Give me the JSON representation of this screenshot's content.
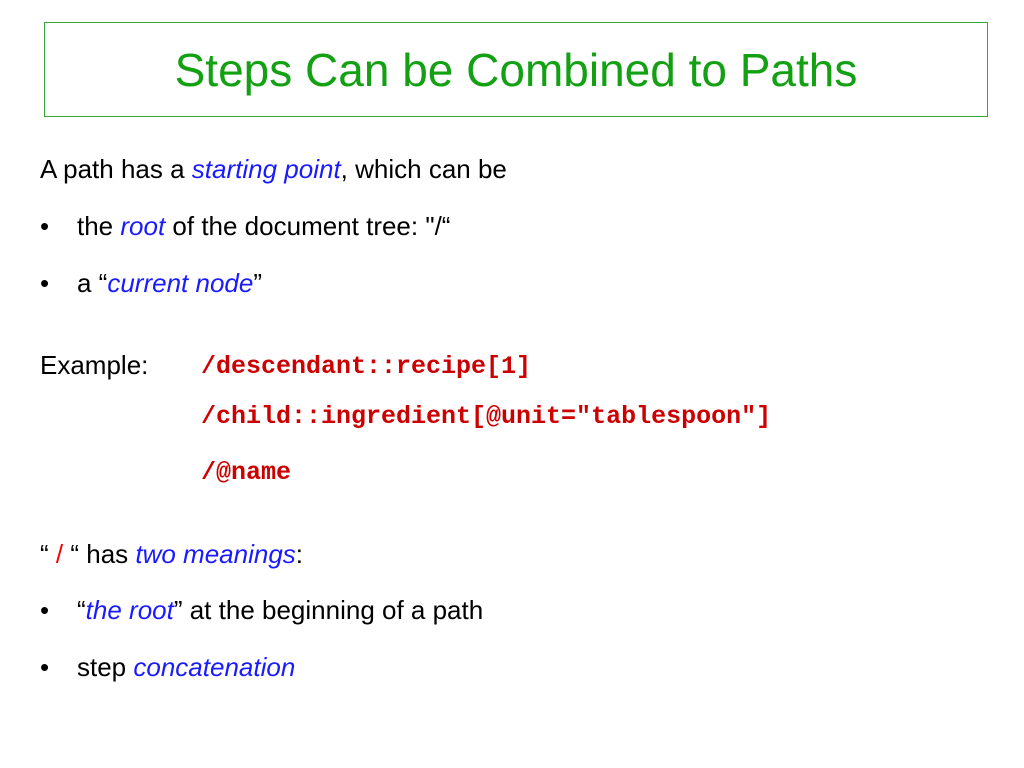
{
  "slide": {
    "title": "Steps Can be Combined to Paths"
  },
  "intro": {
    "pre": "A path has a ",
    "em": "starting point",
    "post": ", which can be"
  },
  "bullets1": [
    {
      "pre": "the ",
      "em": "root",
      "post": " of the document tree: \"/“"
    },
    {
      "pre": "a “",
      "em": "current node",
      "post": "”"
    }
  ],
  "example": {
    "label": "Example:",
    "lines": [
      "/descendant::recipe[1]",
      "/child::ingredient[@unit=\"tablespoon\"]",
      "/@name"
    ]
  },
  "meanings": {
    "open_quote": "“ ",
    "slash": "/",
    "mid": " “ has ",
    "em": "two meanings",
    "post": ":"
  },
  "bullets2": [
    {
      "pre": "“",
      "em": "the root",
      "post": "” at the beginning of a path"
    },
    {
      "pre": "step ",
      "em": "concatenation",
      "post": ""
    }
  ],
  "bullet_symbol": "•",
  "colors": {
    "title": "#13a013",
    "title_border": "#33a633",
    "highlight": "#1a1aff",
    "code": "#cc0000",
    "slash": "#ff0000"
  }
}
